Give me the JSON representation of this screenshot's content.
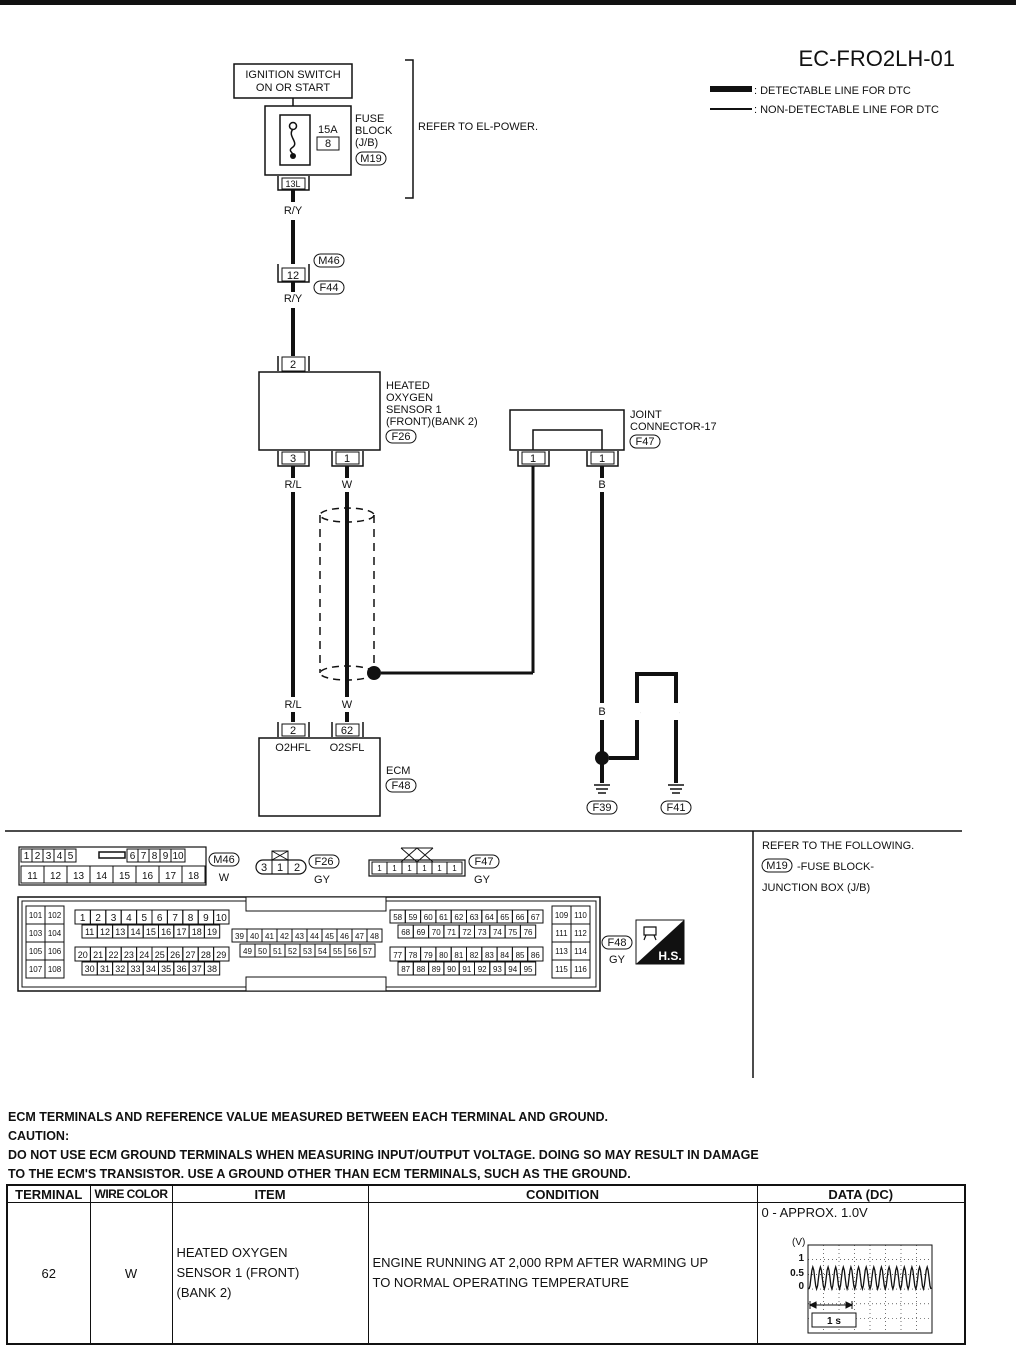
{
  "header": {
    "diagram_code": "EC-FRO2LH-01",
    "legend_detectable": ": DETECTABLE LINE FOR DTC",
    "legend_non_detectable": ": NON-DETECTABLE LINE FOR DTC"
  },
  "components": {
    "ignition_switch": [
      "IGNITION SWITCH",
      "ON OR START"
    ],
    "fuse_block": [
      "FUSE",
      "BLOCK",
      "(J/B)"
    ],
    "fuse_rating": "15A",
    "fuse_number": "8",
    "fuse_block_connector": "M19",
    "refer_el_power": "REFER TO EL-POWER.",
    "fuse_terminal": "13L",
    "sensor": [
      "HEATED",
      "OXYGEN",
      "SENSOR 1",
      "(FRONT)(BANK 2)"
    ],
    "sensor_connector": "F26",
    "joint": [
      "JOINT",
      "CONNECTOR-17"
    ],
    "joint_connector": "F47",
    "ecm": "ECM",
    "ecm_connector": "F48",
    "ecm_pin_names": [
      "O2HFL",
      "O2SFL"
    ]
  },
  "wires": {
    "ry_1": "R/Y",
    "ry_2": "R/Y",
    "rl_top": "R/L",
    "w_top": "W",
    "b_joint": "B",
    "rl_bottom": "R/L",
    "w_bottom": "W",
    "b_1": "B",
    "b_2": "B",
    "b_3": "B"
  },
  "terminals": {
    "inline_12": "12",
    "sensor_2": "2",
    "sensor_3": "3",
    "sensor_1": "1",
    "joint_1a": "1",
    "joint_1b": "1",
    "ecm_2": "2",
    "ecm_62": "62"
  },
  "connectors": {
    "m46": "M46",
    "f44": "F44",
    "f39": "F39",
    "f41": "F41"
  },
  "connector_views": {
    "m46_top": [
      "1",
      "2",
      "3",
      "4",
      "5",
      "6",
      "7",
      "8",
      "9",
      "10"
    ],
    "m46_bottom": [
      "11",
      "12",
      "13",
      "14",
      "15",
      "16",
      "17",
      "18"
    ],
    "m46_label": "M46",
    "m46_color": "W",
    "f26_pins": [
      "3",
      "1",
      "2"
    ],
    "f26_label": "F26",
    "f26_color": "GY",
    "f47_pins": [
      "1",
      "1",
      "1",
      "1",
      "1",
      "1"
    ],
    "f47_label": "F47",
    "f47_color": "GY",
    "f48_label": "F48",
    "f48_color": "GY",
    "hs_label": "H.S."
  },
  "refer": {
    "title": "REFER TO THE FOLLOWING.",
    "connector": "M19",
    "line1": "-FUSE BLOCK-",
    "line2": "JUNCTION BOX (J/B)"
  },
  "caption": {
    "line1": "ECM TERMINALS AND REFERENCE VALUE MEASURED BETWEEN EACH TERMINAL AND GROUND.",
    "line2": "CAUTION:",
    "line3": "DO NOT USE ECM GROUND TERMINALS WHEN MEASURING INPUT/OUTPUT VOLTAGE. DOING SO MAY RESULT IN DAMAGE",
    "line4": "TO THE ECM'S TRANSISTOR. USE A GROUND OTHER THAN ECM TERMINALS, SUCH AS THE GROUND."
  },
  "table": {
    "headers": [
      "TERMINAL",
      "WIRE COLOR",
      "ITEM",
      "CONDITION",
      "DATA (DC)"
    ],
    "row": {
      "terminal": "62",
      "wire_color": "W",
      "item": [
        "HEATED OXYGEN",
        "SENSOR 1 (FRONT)",
        "(BANK 2)"
      ],
      "condition": [
        "ENGINE RUNNING AT 2,000 RPM AFTER WARMING UP",
        "TO NORMAL OPERATING TEMPERATURE"
      ],
      "data_range": "0 - APPROX. 1.0V",
      "wave_unit": "(V)",
      "wave_ticks": [
        "1",
        "0.5",
        "0"
      ],
      "wave_time": "1 s"
    }
  }
}
